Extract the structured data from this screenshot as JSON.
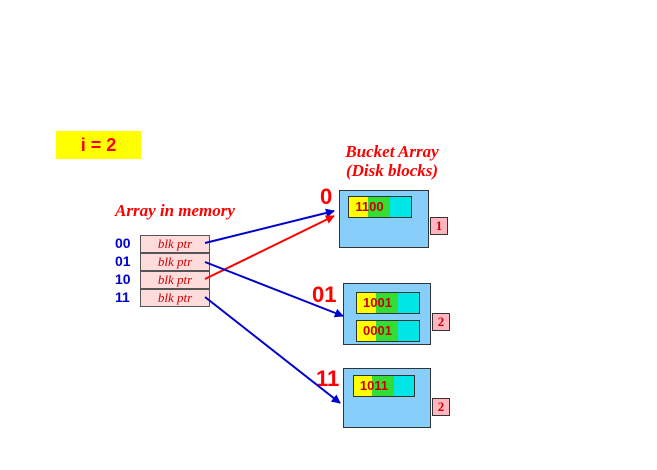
{
  "global_depth_label": "i = 2",
  "bucket_array_title_line1": "Bucket Array",
  "bucket_array_title_line2": "(Disk blocks)",
  "memory_array_title": "Array in memory",
  "directory": [
    {
      "index": "00",
      "pointer": "blk ptr"
    },
    {
      "index": "01",
      "pointer": "blk ptr"
    },
    {
      "index": "10",
      "pointer": "blk ptr"
    },
    {
      "index": "11",
      "pointer": "blk ptr"
    }
  ],
  "buckets": [
    {
      "label": "0",
      "local_depth": "1",
      "records": [
        "1100"
      ]
    },
    {
      "label": "01",
      "local_depth": "2",
      "records": [
        "1001",
        "0001"
      ]
    },
    {
      "label": "11",
      "local_depth": "2",
      "records": [
        "1011"
      ]
    }
  ],
  "colors": {
    "pointer_arrow": "#0000cc",
    "highlight_arrow": "#ff0000",
    "bucket_fill": "#87cefa"
  }
}
